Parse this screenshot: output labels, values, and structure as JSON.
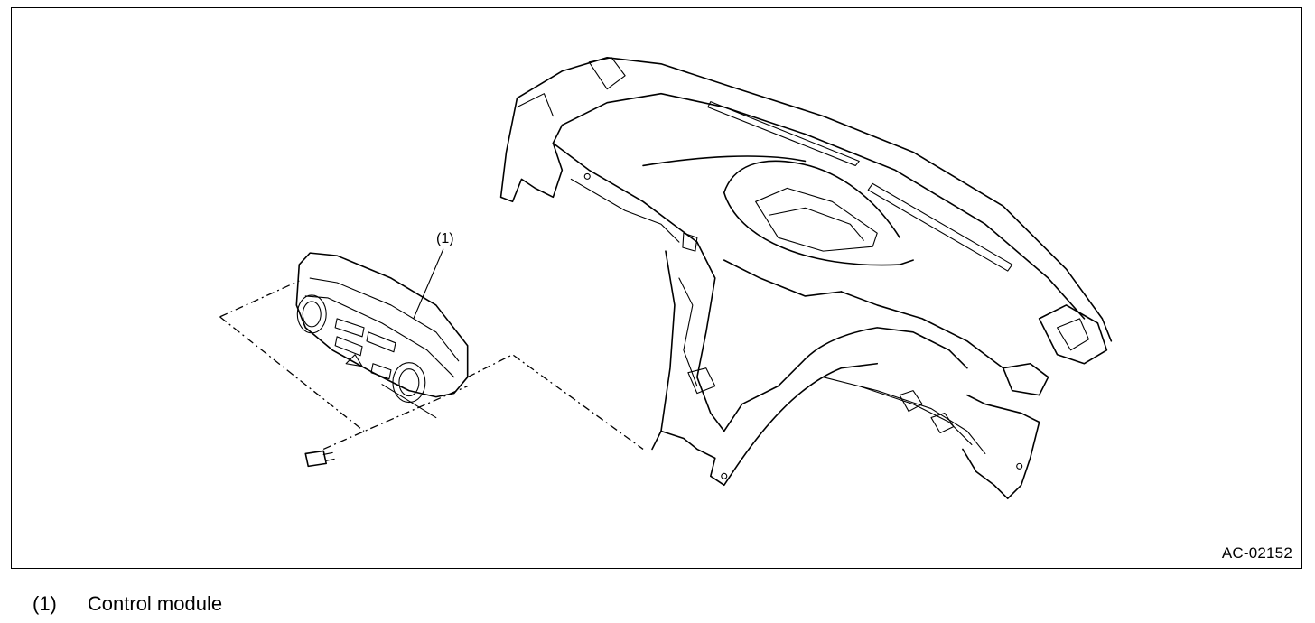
{
  "figure": {
    "id": "AC-02152",
    "callout": "(1)"
  },
  "legend": {
    "items": [
      {
        "number": "(1)",
        "label": "Control module"
      }
    ]
  }
}
